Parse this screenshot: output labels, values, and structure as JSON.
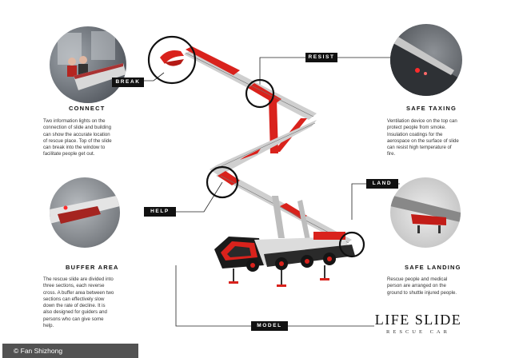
{
  "brand": {
    "title": "LIFE SLIDE",
    "subtitle": "RESCUE CAR"
  },
  "tags": {
    "break": "BREAK",
    "resist": "RESIST",
    "help": "HELP",
    "land": "LAND",
    "model": "MODEL"
  },
  "sections": {
    "connect": {
      "heading": "CONNECT",
      "lines": [
        "Two information lights on the",
        "connection of slide and building",
        "can show the accurate location",
        "of rescue place. Top of the slide",
        "can break into the window to",
        "facilitate people get out."
      ]
    },
    "safe_taxing": {
      "heading": "SAFE TAXING",
      "lines": [
        "Ventilation device on the top can",
        "protect people from smoke.",
        "Insulation coatings for the",
        "aerospace on the surface of slide",
        "can resist high temperature of",
        "fire."
      ]
    },
    "buffer_area": {
      "heading": "BUFFER AREA",
      "lines": [
        "The rescue slide are divided into",
        "three sections, each reverse",
        "cross. A buffer area between two",
        "sections can effectively slow",
        "down the rate of decline. It is",
        "also designed for guiders and",
        "persons who can give some",
        "help."
      ]
    },
    "safe_landing": {
      "heading": "SAFE LANDING",
      "lines": [
        "Rescue people and medical",
        "person are arranged on the",
        "ground to shuttle injured people."
      ]
    }
  },
  "credit": "© Fan Shizhong",
  "colors": {
    "accent": "#d9221c",
    "dark": "#111111",
    "metal": "#c8c8c8"
  }
}
